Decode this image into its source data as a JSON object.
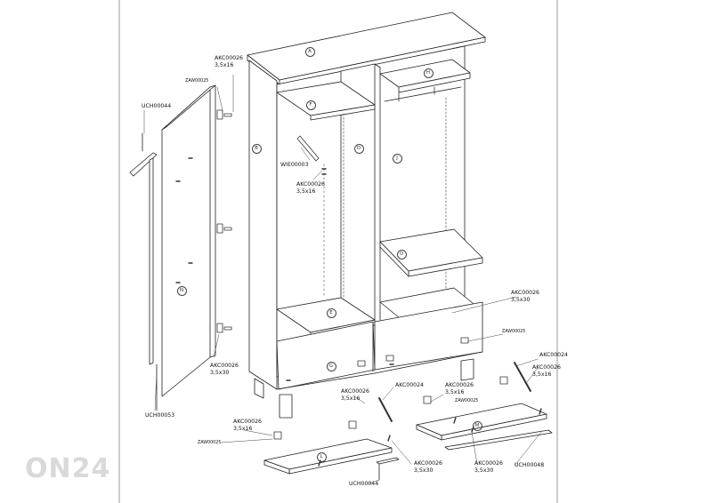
{
  "diagram": {
    "parts": [
      "A",
      "B",
      "F",
      "D",
      "H",
      "J",
      "O",
      "E",
      "G",
      "N",
      "M",
      "L"
    ],
    "callouts": {
      "akc00026_top": [
        "AKC00026",
        "3,5x16"
      ],
      "zaw00025_top": "ZAW00025",
      "uch00044_left": "UCH00044",
      "wie00003": "WIE00003",
      "akc00026_inner": [
        "AKC00026",
        "3,5x16"
      ],
      "akc00026_door": [
        "AKC00026",
        "3,5x30"
      ],
      "uch00053": "UCH00053",
      "akc00026_right": [
        "AKC00026",
        "3,5x30"
      ],
      "zaw00025_right": "ZAW00025",
      "akc00024_right": "AKC00024",
      "akc00026_far_right": [
        "AKC00026",
        "3,5x16"
      ],
      "akc00026_mid": [
        "AKC00026",
        "3,5x16"
      ],
      "akc00024_mid": "AKC00024",
      "akc00026_mid2": [
        "AKC00026",
        "3,5x16"
      ],
      "zaw00025_mid": "ZAW00025",
      "akc00026_bl": [
        "AKC00026",
        "3,5x16"
      ],
      "zaw00025_bl": "ZAW00025",
      "akc00026_bottom1": [
        "AKC00026",
        "3,5x30"
      ],
      "akc00026_bottom2": [
        "AKC00026",
        "3,5x30"
      ],
      "uch00048": "UCH00048",
      "uch00044_bottom": "UCH00044"
    }
  },
  "watermark": "ON24"
}
